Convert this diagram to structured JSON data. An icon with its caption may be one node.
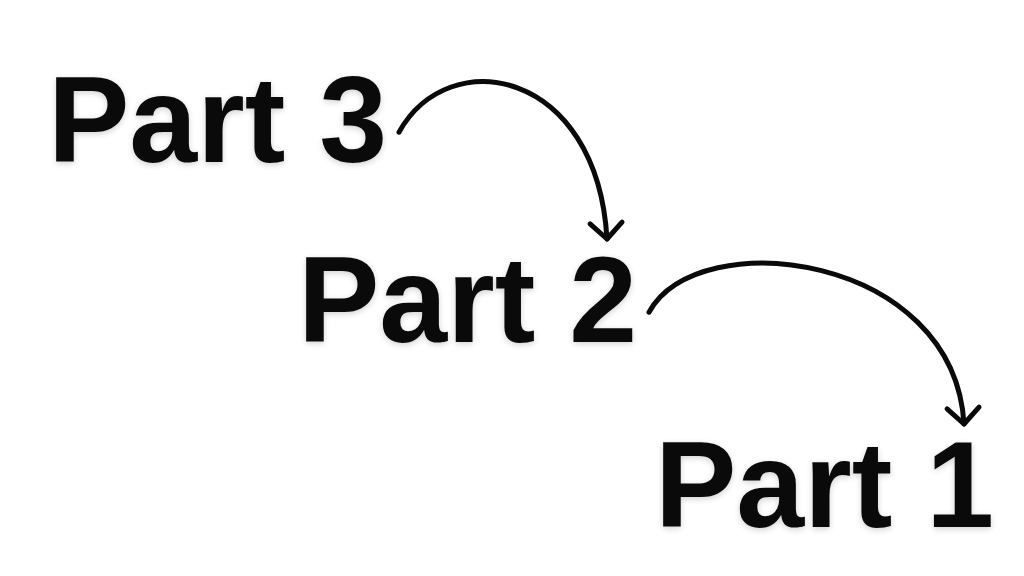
{
  "diagram": {
    "nodes": [
      {
        "text": [
          "Part 3"
        ]
      },
      {
        "text": [
          "Part 2"
        ]
      },
      {
        "text": [
          "Part 1"
        ]
      }
    ],
    "edges": [
      {
        "from": 0,
        "to": 1,
        "arrow": "to"
      },
      {
        "from": 1,
        "to": 2,
        "arrow": "to"
      }
    ]
  }
}
